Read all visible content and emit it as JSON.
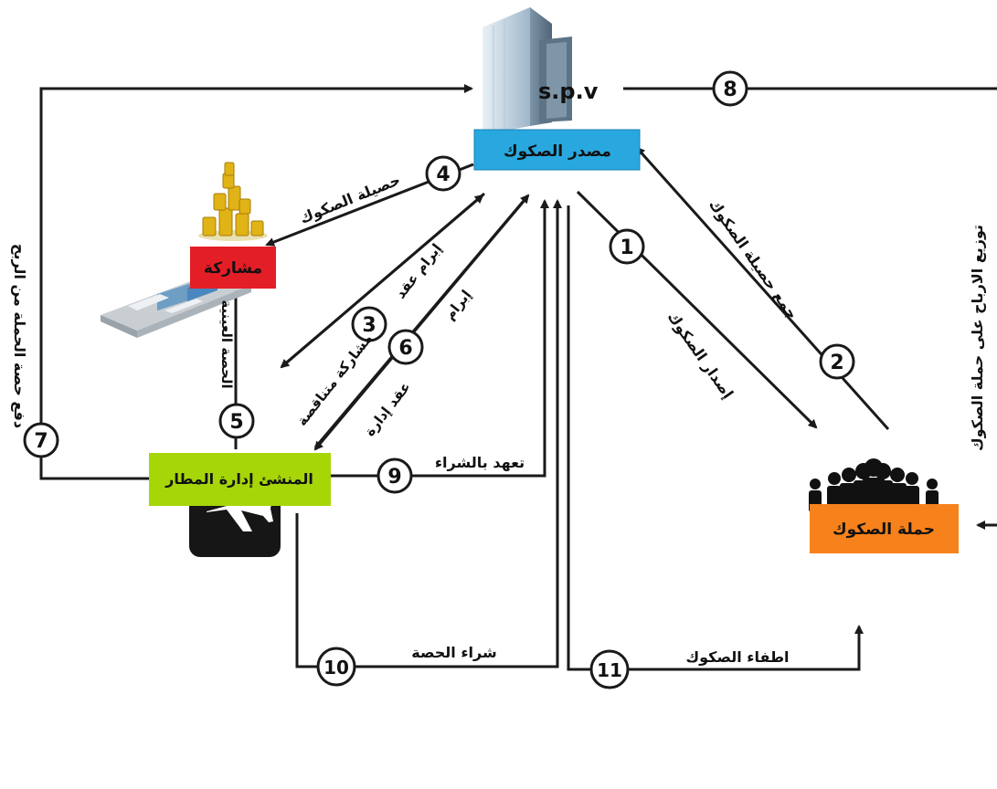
{
  "nodes": {
    "spv_label": "s.p.v",
    "issuer": "مصدر الصكوك",
    "musharaka": "مشاركة",
    "originator": "المنشئ إدارة المطار",
    "holders": "حملة الصكوك"
  },
  "steps": {
    "s1": "1",
    "s2": "2",
    "s3": "3",
    "s4": "4",
    "s5": "5",
    "s6": "6",
    "s7": "7",
    "s8": "8",
    "s9": "9",
    "s10": "10",
    "s11": "11"
  },
  "labels": {
    "proceeds": "حصيلة الصكوك",
    "contract_a": "إبرام عقد",
    "contract_b": "مشاركة متناقصة",
    "conclude": "إبرام",
    "mgmt_contract": "عقد إدارة",
    "in_kind": "الحصة العينية",
    "issuance": "إصدار الصكوك",
    "collect": "جمع حصيلة الصكوك",
    "pay_profit": "دفع حصة الحملة من الربح",
    "distribute": "توزيع الارباح على حملة الصكوك",
    "promise": "تعهد بالشراء",
    "buy_share": "شراء الحصة",
    "redeem": "اطفاء الصكوك"
  },
  "colors": {
    "issuer_box": "#29a8df",
    "musharaka_box": "#e41e26",
    "originator_box": "#a6d608",
    "holders_box": "#f7821b",
    "line": "#1a1a1a"
  },
  "icons": [
    "office-tower-icon",
    "coin-stack-icon",
    "airport-terminal-icon",
    "airplane-icon",
    "crowd-icon"
  ]
}
